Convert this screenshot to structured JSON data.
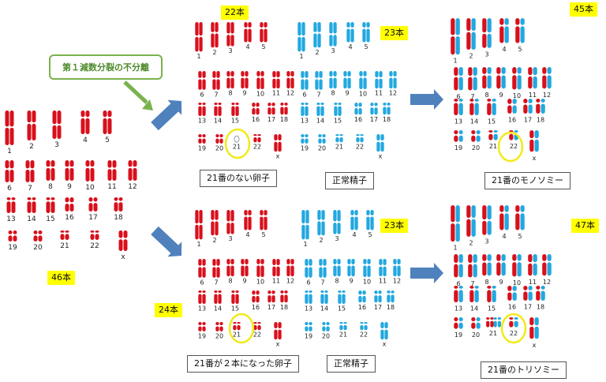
{
  "colors": {
    "red": "#d8101c",
    "blue": "#22a8df",
    "highlight": "#f2ea1a",
    "arrow": "#4f81bd",
    "callout_green": "#7ab24e"
  },
  "callout": "第１減数分裂の不分離",
  "counts": {
    "parent": "46本",
    "egg_top": "22本",
    "egg_bottom": "24本",
    "sperm_top": "23本",
    "sperm_bottom": "23本",
    "zygote_top": "45本",
    "zygote_bottom": "47本"
  },
  "captions": {
    "egg_top": "21番のない卵子",
    "sperm_top": "正常精子",
    "zygote_top": "21番のモノソミー",
    "egg_bottom": "21番が２本になった卵子",
    "sperm_bottom": "正常精子",
    "zygote_bottom": "21番のトリソミー"
  },
  "chromosome_numbers": [
    "1",
    "2",
    "3",
    "4",
    "5",
    "6",
    "7",
    "8",
    "9",
    "10",
    "11",
    "12",
    "13",
    "14",
    "15",
    "16",
    "17",
    "18",
    "19",
    "20",
    "21",
    "22",
    "x"
  ]
}
